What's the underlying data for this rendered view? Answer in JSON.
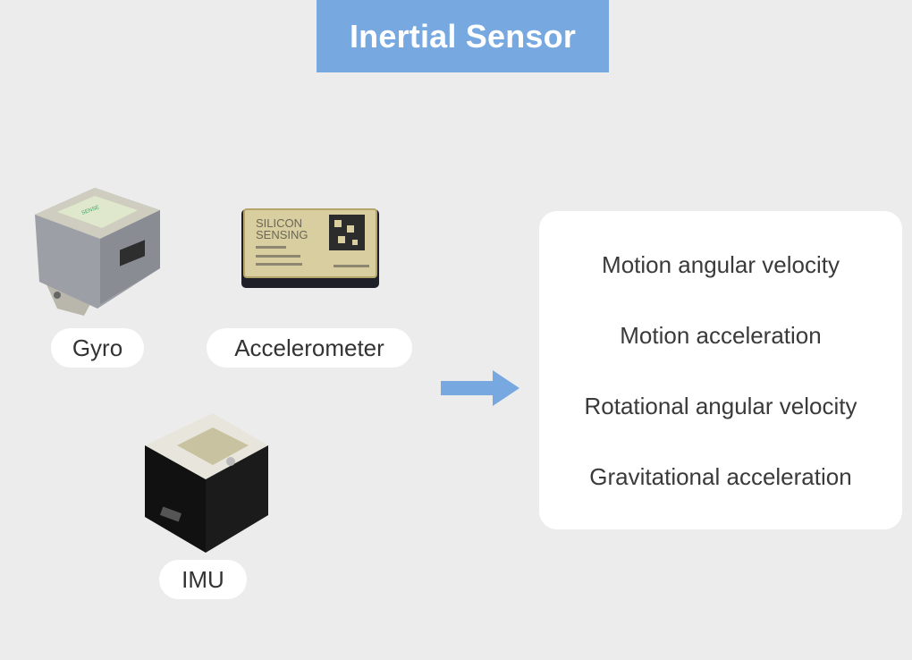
{
  "title": "Inertial Sensor",
  "sensors": [
    {
      "label": "Gyro",
      "icon": "gyro-device-icon"
    },
    {
      "label": "Accelerometer",
      "icon": "accelerometer-chip-icon",
      "chip_text": [
        "SILICON",
        "SENSING"
      ]
    },
    {
      "label": "IMU",
      "icon": "imu-cube-icon"
    }
  ],
  "outputs": [
    "Motion angular velocity",
    "Motion acceleration",
    "Rotational angular velocity",
    "Gravitational acceleration"
  ],
  "colors": {
    "accent": "#77a9e0",
    "background": "#ececec",
    "panel": "#ffffff",
    "text": "#3a3a3a"
  }
}
